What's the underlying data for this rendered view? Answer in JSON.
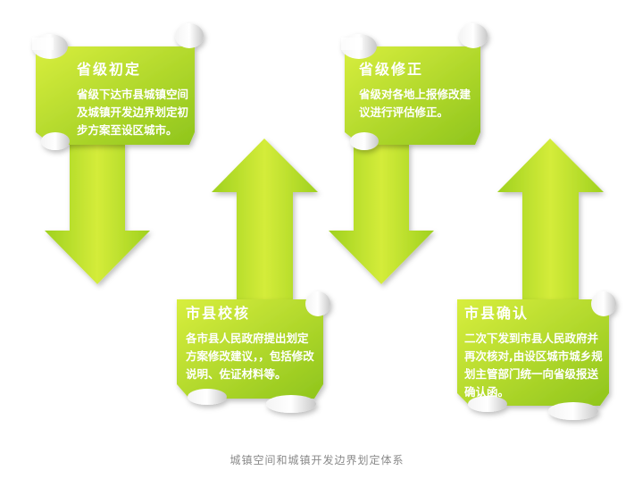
{
  "diagram": {
    "caption": "城镇空间和城镇开发边界划定体系",
    "steps": [
      {
        "title": "省级初定",
        "body": "省级下达市县城镇空间及城镇开发边界划定初步方案至设区城市。"
      },
      {
        "title": "市县校核",
        "body": "各市县人民政府提出划定方案修改建议，，包括修改说明、佐证材料等。"
      },
      {
        "title": "省级修正",
        "body": "省级对各地上报修改建议进行评估修正。"
      },
      {
        "title": "市县确认",
        "body": "二次下发到市县人民政府并再次核对,由设区城市城乡规划主管部门统一向省级报送确认函。"
      }
    ],
    "colors": {
      "green_light": "#d6ec3c",
      "green_dark": "#8cc21c",
      "text": "#ffffff",
      "caption": "#8a8a8a"
    }
  }
}
